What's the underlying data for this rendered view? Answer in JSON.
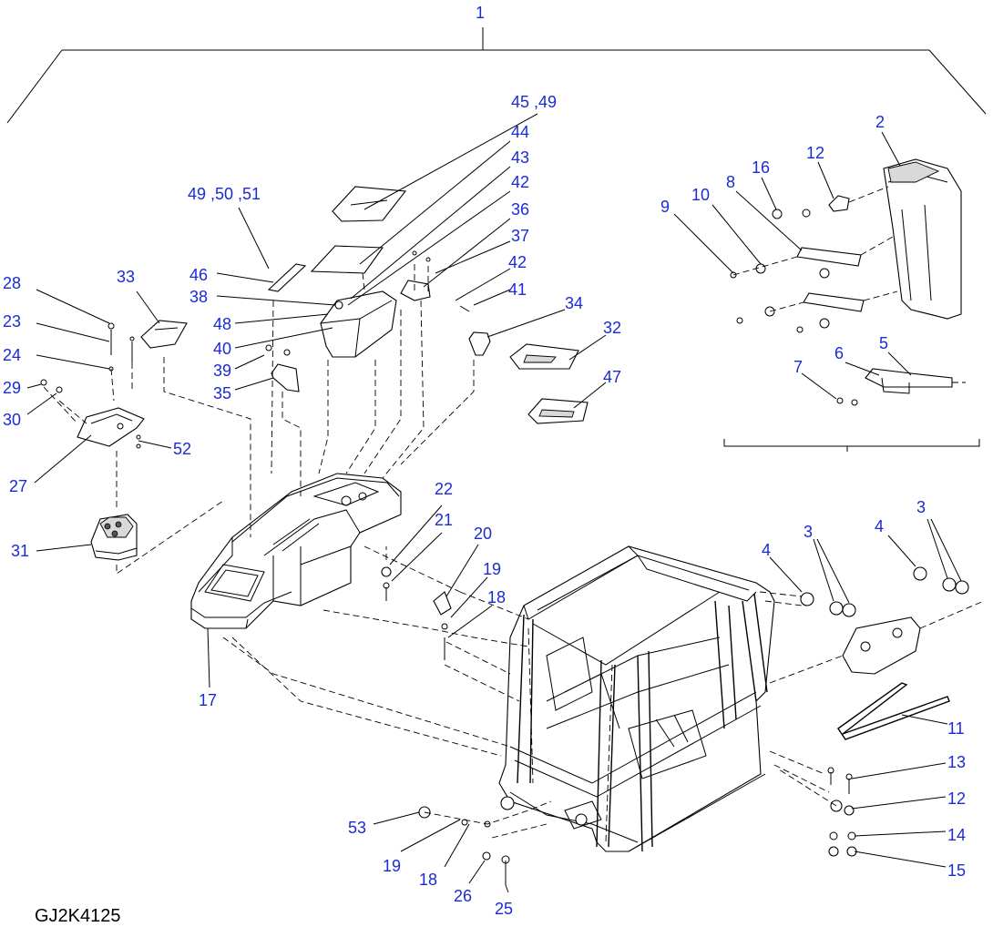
{
  "diagram_code": "GJ2K4125",
  "colors": {
    "label": "#1a2bd6",
    "line": "#000000",
    "background": "#ffffff"
  },
  "labels": [
    {
      "id": "l1",
      "text": "1"
    },
    {
      "id": "l2",
      "text": "2"
    },
    {
      "id": "l3a",
      "text": "3"
    },
    {
      "id": "l3b",
      "text": "3"
    },
    {
      "id": "l4a",
      "text": "4"
    },
    {
      "id": "l4b",
      "text": "4"
    },
    {
      "id": "l5",
      "text": "5"
    },
    {
      "id": "l6",
      "text": "6"
    },
    {
      "id": "l7",
      "text": "7"
    },
    {
      "id": "l8",
      "text": "8"
    },
    {
      "id": "l9",
      "text": "9"
    },
    {
      "id": "l10",
      "text": "10"
    },
    {
      "id": "l11",
      "text": "11"
    },
    {
      "id": "l12a",
      "text": "12"
    },
    {
      "id": "l12b",
      "text": "12"
    },
    {
      "id": "l13",
      "text": "13"
    },
    {
      "id": "l14",
      "text": "14"
    },
    {
      "id": "l15",
      "text": "15"
    },
    {
      "id": "l16",
      "text": "16"
    },
    {
      "id": "l17",
      "text": "17"
    },
    {
      "id": "l18a",
      "text": "18"
    },
    {
      "id": "l18b",
      "text": "18"
    },
    {
      "id": "l19a",
      "text": "19"
    },
    {
      "id": "l19b",
      "text": "19"
    },
    {
      "id": "l20",
      "text": "20"
    },
    {
      "id": "l21",
      "text": "21"
    },
    {
      "id": "l22",
      "text": "22"
    },
    {
      "id": "l23",
      "text": "23"
    },
    {
      "id": "l24",
      "text": "24"
    },
    {
      "id": "l25",
      "text": "25"
    },
    {
      "id": "l26",
      "text": "26"
    },
    {
      "id": "l27",
      "text": "27"
    },
    {
      "id": "l28",
      "text": "28"
    },
    {
      "id": "l29",
      "text": "29"
    },
    {
      "id": "l30",
      "text": "30"
    },
    {
      "id": "l31",
      "text": "31"
    },
    {
      "id": "l32",
      "text": "32"
    },
    {
      "id": "l33",
      "text": "33"
    },
    {
      "id": "l34",
      "text": "34"
    },
    {
      "id": "l35",
      "text": "35"
    },
    {
      "id": "l36",
      "text": "36"
    },
    {
      "id": "l37",
      "text": "37"
    },
    {
      "id": "l38",
      "text": "38"
    },
    {
      "id": "l39",
      "text": "39"
    },
    {
      "id": "l40",
      "text": "40"
    },
    {
      "id": "l41",
      "text": "41"
    },
    {
      "id": "l42a",
      "text": "42"
    },
    {
      "id": "l42b",
      "text": "42"
    },
    {
      "id": "l43",
      "text": "43"
    },
    {
      "id": "l44",
      "text": "44"
    },
    {
      "id": "l4549",
      "text": "45 ,49"
    },
    {
      "id": "l46",
      "text": "46"
    },
    {
      "id": "l47",
      "text": "47"
    },
    {
      "id": "l48",
      "text": "48"
    },
    {
      "id": "l495051",
      "text": "49 ,50 ,51"
    },
    {
      "id": "l52",
      "text": "52"
    },
    {
      "id": "l53",
      "text": "53"
    }
  ]
}
